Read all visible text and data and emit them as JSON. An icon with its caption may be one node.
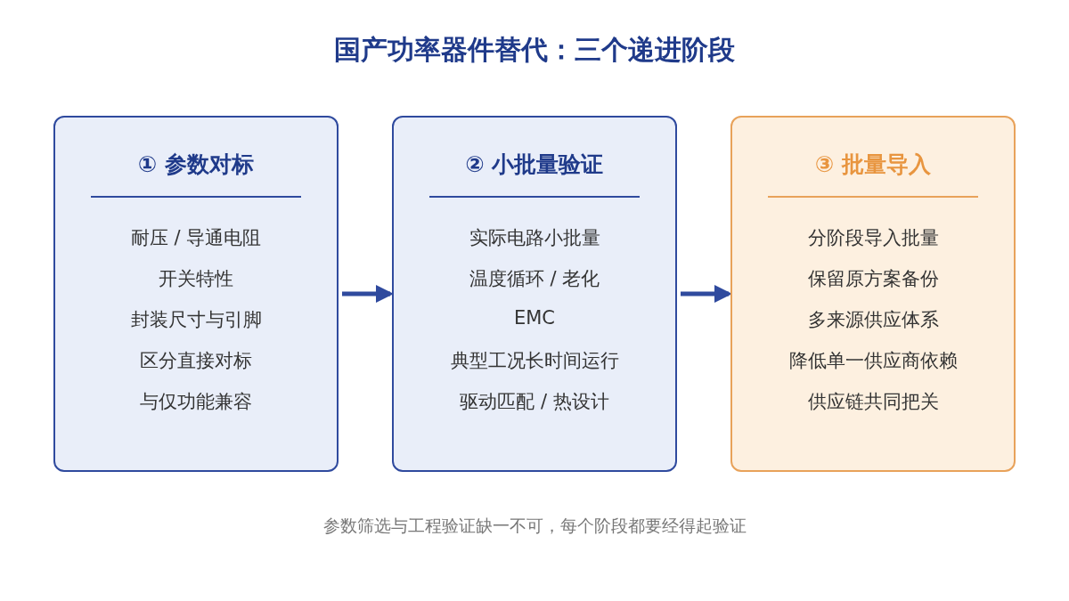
{
  "diagram": {
    "title": "国产功率器件替代：三个递进阶段",
    "nodes": [
      {
        "text": [
          "① 参数对标",
          "耐压 / 导通电阻",
          "开关特性",
          "封装尺寸与引脚",
          "区分直接对标",
          "与仅功能兼容"
        ]
      },
      {
        "text": [
          "② 小批量验证",
          "实际电路小批量",
          "温度循环 / 老化",
          "EMC",
          "典型工况长时间运行",
          "驱动匹配 / 热设计"
        ]
      },
      {
        "text": [
          "③ 批量导入",
          "分阶段导入批量",
          "保留原方案备份",
          "多来源供应体系",
          "降低单一供应商依赖",
          "供应链共同把关"
        ]
      }
    ],
    "edges": [
      {
        "from": 0,
        "to": 1,
        "arrow": "to"
      },
      {
        "from": 1,
        "to": 2,
        "arrow": "to"
      }
    ],
    "caption": "参数筛选与工程验证缺一不可，每个阶段都要经得起验证"
  }
}
